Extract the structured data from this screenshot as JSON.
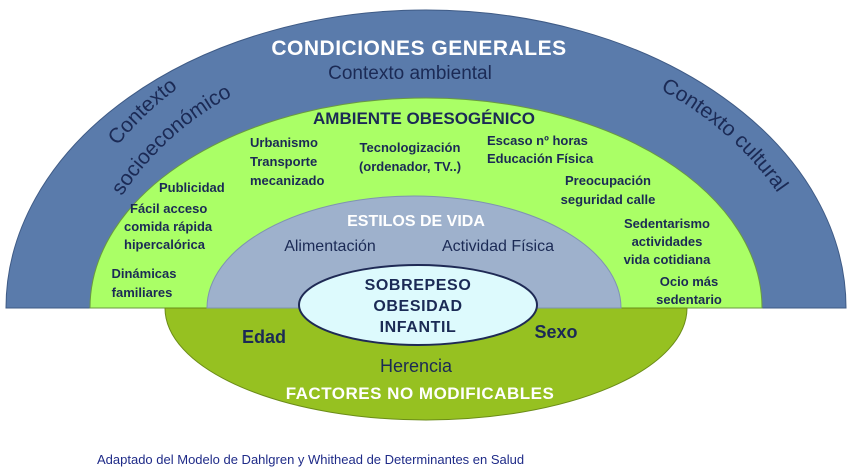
{
  "colors": {
    "outer_arc": "#5a7bab",
    "obesogenic": "#aaff66",
    "lifestyle": "#9eb1cc",
    "core": "#ddfafd",
    "non_modifiable": "#96c121",
    "dark_text": "#1b2a55",
    "white_text": "#ffffff",
    "caption_text": "#1f2b88"
  },
  "outer": {
    "title": "CONDICIONES GENERALES",
    "ambiental": "Contexto ambiental",
    "socio_line1": "Contexto",
    "socio_line2": "socioeconómico",
    "cultural": "Contexto cultural"
  },
  "obesogenic": {
    "title": "AMBIENTE OBESOGÉNICO",
    "urbanismo": "Urbanismo",
    "transporte_1": "Transporte",
    "transporte_2": "mecanizado",
    "tecno_1": "Tecnologización",
    "tecno_2": "(ordenador, TV..)",
    "escaso_1": "Escaso nº horas",
    "escaso_2": "Educación Física",
    "publicidad": "Publicidad",
    "facil_1": "Fácil acceso",
    "facil_2": "comida rápida",
    "facil_3": "hipercalórica",
    "preocup_1": "Preocupación",
    "preocup_2": "seguridad calle",
    "sedent_1": "Sedentarismo",
    "sedent_2": "actividades",
    "sedent_3": "vida cotidiana",
    "dinam_1": "Dinámicas",
    "dinam_2": "familiares",
    "ocio_1": "Ocio más",
    "ocio_2": "sedentario"
  },
  "lifestyle": {
    "title": "ESTILOS DE VIDA",
    "alimentacion": "Alimentación",
    "actividad": "Actividad Física"
  },
  "core": {
    "line1": "SOBREPESO",
    "line2": "OBESIDAD",
    "line3": "INFANTIL"
  },
  "non_modifiable": {
    "edad": "Edad",
    "sexo": "Sexo",
    "herencia": "Herencia",
    "title": "FACTORES NO MODIFICABLES"
  },
  "caption": "Adaptado del Modelo de Dahlgren y Whithead de Determinantes en Salud"
}
